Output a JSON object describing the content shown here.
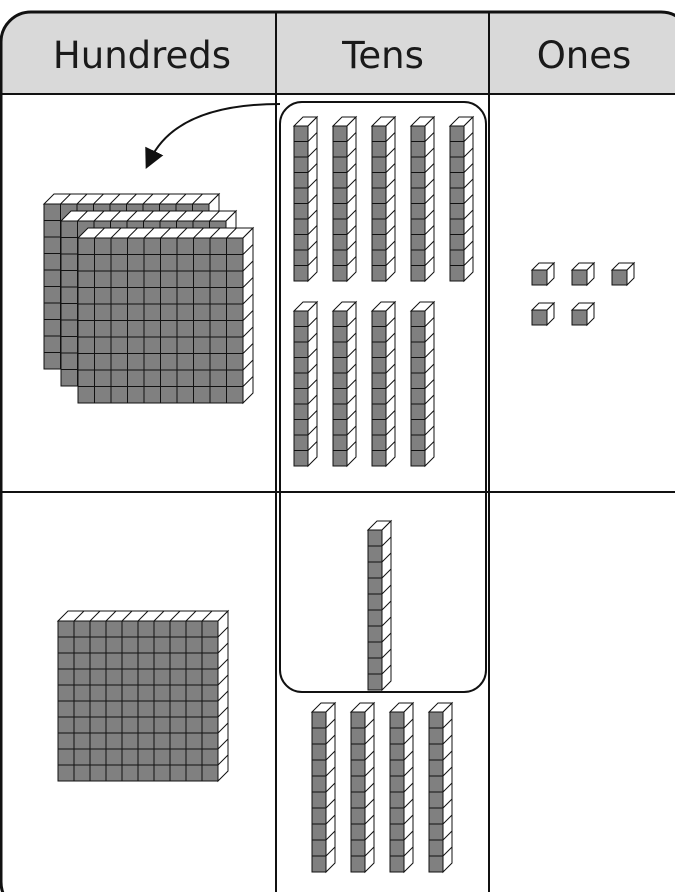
{
  "columns": [
    {
      "id": "hundreds",
      "label": "Hundreds"
    },
    {
      "id": "tens",
      "label": "Tens"
    },
    {
      "id": "ones",
      "label": "Ones"
    }
  ],
  "colors": {
    "header_fill": "#d9d9d9",
    "block_front": "#808080",
    "block_top": "#ffffff",
    "block_side": "#ffffff",
    "outline": "#111111",
    "background": "#ffffff"
  },
  "rows": [
    {
      "id": "before",
      "hundreds_flats": 3,
      "tens_rods": 9,
      "ones_cubes": 5
    },
    {
      "id": "after",
      "hundreds_flats": 1,
      "tens_rods": 5,
      "ones_cubes": 0
    }
  ],
  "annotations": {
    "regroup_arrow": "arrow from the circled tens group to the hundreds column",
    "group_outline": "ten rods circled together"
  }
}
